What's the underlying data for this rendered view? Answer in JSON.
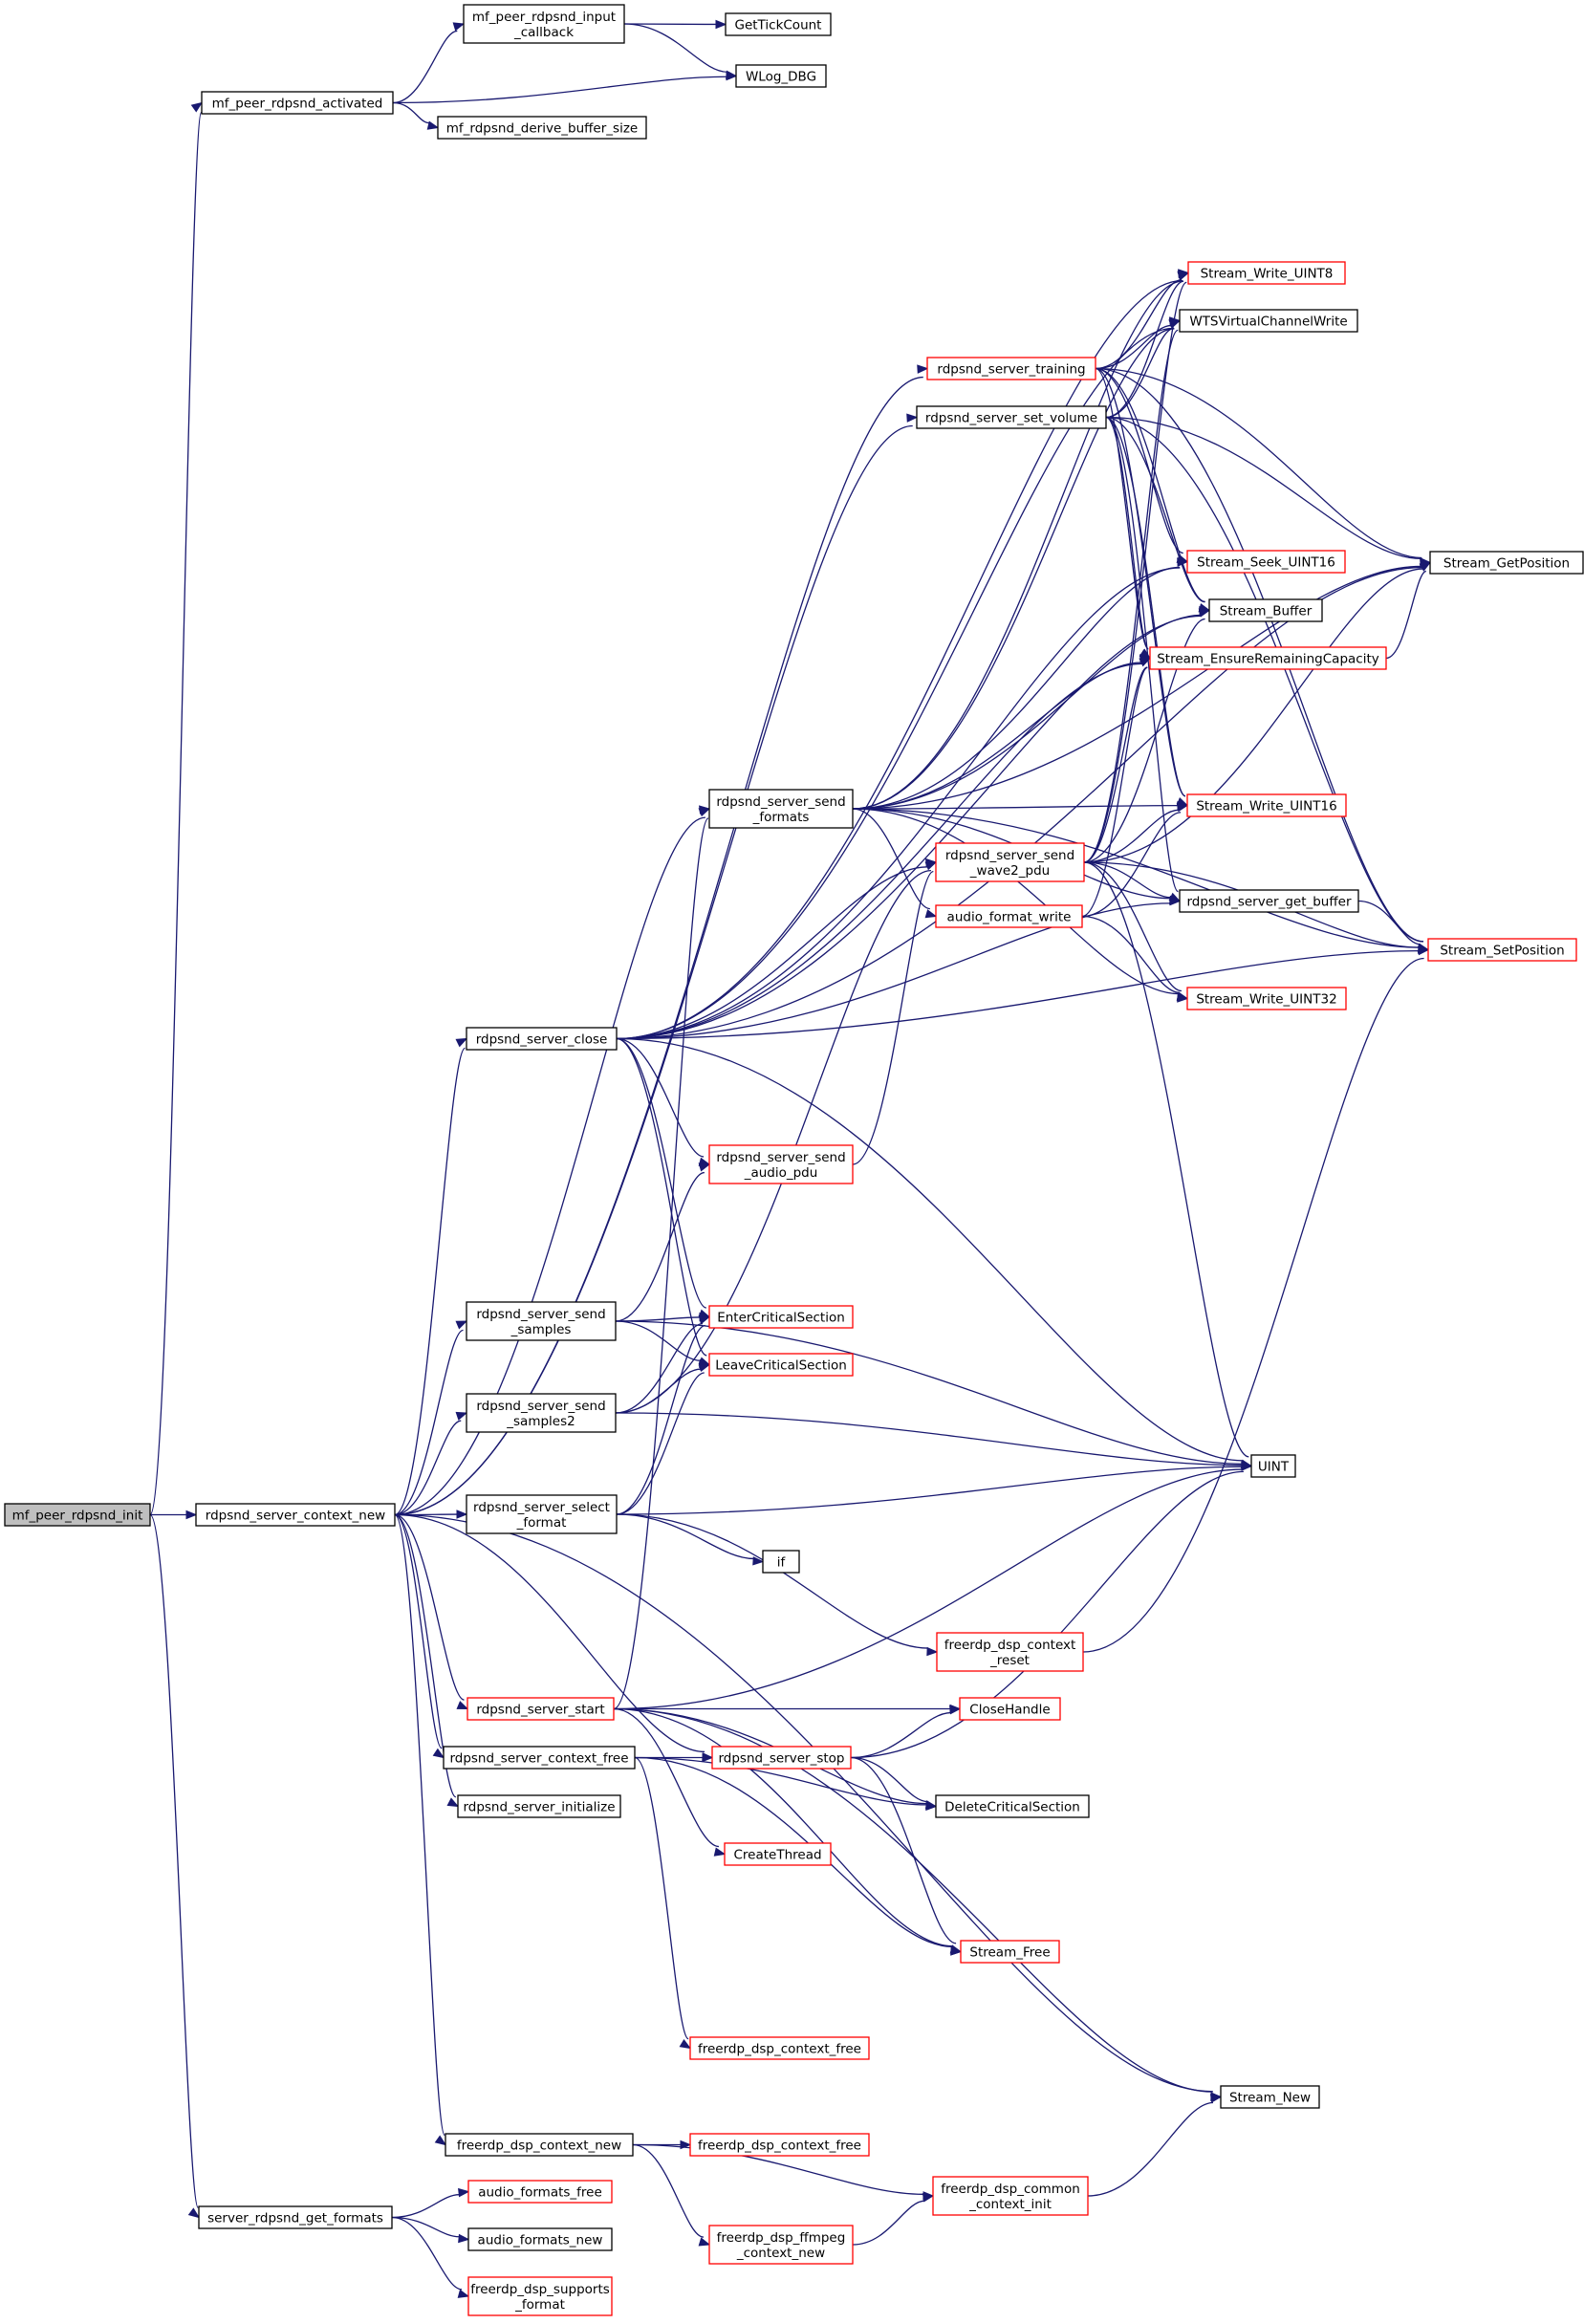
{
  "nodes": {
    "root": {
      "lines": [
        "mf_peer_rdpsnd_init"
      ],
      "style": "root"
    },
    "activated": {
      "lines": [
        "mf_peer_rdpsnd_activated"
      ],
      "style": "black"
    },
    "input_cb": {
      "lines": [
        "mf_peer_rdpsnd_input",
        "_callback"
      ],
      "style": "black"
    },
    "gettick": {
      "lines": [
        "GetTickCount"
      ],
      "style": "black"
    },
    "wlog": {
      "lines": [
        "WLog_DBG"
      ],
      "style": "black"
    },
    "derive": {
      "lines": [
        "mf_rdpsnd_derive_buffer_size"
      ],
      "style": "black"
    },
    "ctx_new": {
      "lines": [
        "rdpsnd_server_context_new"
      ],
      "style": "black"
    },
    "get_formats": {
      "lines": [
        "server_rdpsnd_get_formats"
      ],
      "style": "black"
    },
    "wr8": {
      "lines": [
        "Stream_Write_UINT8"
      ],
      "style": "red"
    },
    "wtsw": {
      "lines": [
        "WTSVirtualChannelWrite"
      ],
      "style": "black"
    },
    "training": {
      "lines": [
        "rdpsnd_server_training"
      ],
      "style": "red"
    },
    "set_volume": {
      "lines": [
        "rdpsnd_server_set_volume"
      ],
      "style": "black"
    },
    "getpos": {
      "lines": [
        "Stream_GetPosition"
      ],
      "style": "black"
    },
    "seek16": {
      "lines": [
        "Stream_Seek_UINT16"
      ],
      "style": "red"
    },
    "sbuffer": {
      "lines": [
        "Stream_Buffer"
      ],
      "style": "black"
    },
    "ensure": {
      "lines": [
        "Stream_EnsureRemainingCapacity"
      ],
      "style": "red"
    },
    "send_formats": {
      "lines": [
        "rdpsnd_server_send",
        "_formats"
      ],
      "style": "black"
    },
    "wr16": {
      "lines": [
        "Stream_Write_UINT16"
      ],
      "style": "red"
    },
    "wave2": {
      "lines": [
        "rdpsnd_server_send",
        "_wave2_pdu"
      ],
      "style": "red"
    },
    "get_buffer": {
      "lines": [
        "rdpsnd_server_get_buffer"
      ],
      "style": "black"
    },
    "setpos": {
      "lines": [
        "Stream_SetPosition"
      ],
      "style": "red"
    },
    "afw": {
      "lines": [
        "audio_format_write"
      ],
      "style": "red"
    },
    "wr32": {
      "lines": [
        "Stream_Write_UINT32"
      ],
      "style": "red"
    },
    "close": {
      "lines": [
        "rdpsnd_server_close"
      ],
      "style": "black"
    },
    "audio_pdu": {
      "lines": [
        "rdpsnd_server_send",
        "_audio_pdu"
      ],
      "style": "red"
    },
    "samples": {
      "lines": [
        "rdpsnd_server_send",
        "_samples"
      ],
      "style": "black"
    },
    "enter_cs": {
      "lines": [
        "EnterCriticalSection"
      ],
      "style": "red"
    },
    "leave_cs": {
      "lines": [
        "LeaveCriticalSection"
      ],
      "style": "red"
    },
    "samples2": {
      "lines": [
        "rdpsnd_server_send",
        "_samples2"
      ],
      "style": "black"
    },
    "uint": {
      "lines": [
        "UINT"
      ],
      "style": "black"
    },
    "select_fmt": {
      "lines": [
        "rdpsnd_server_select",
        "_format"
      ],
      "style": "black"
    },
    "if": {
      "lines": [
        "if"
      ],
      "style": "black"
    },
    "dsp_reset": {
      "lines": [
        "freerdp_dsp_context",
        "_reset"
      ],
      "style": "red"
    },
    "start": {
      "lines": [
        "rdpsnd_server_start"
      ],
      "style": "red"
    },
    "closehandle": {
      "lines": [
        "CloseHandle"
      ],
      "style": "red"
    },
    "ctx_free": {
      "lines": [
        "rdpsnd_server_context_free"
      ],
      "style": "black"
    },
    "stop": {
      "lines": [
        "rdpsnd_server_stop"
      ],
      "style": "red"
    },
    "delete_cs": {
      "lines": [
        "DeleteCriticalSection"
      ],
      "style": "black"
    },
    "initialize": {
      "lines": [
        "rdpsnd_server_initialize"
      ],
      "style": "black"
    },
    "createthread": {
      "lines": [
        "CreateThread"
      ],
      "style": "red"
    },
    "stream_free": {
      "lines": [
        "Stream_Free"
      ],
      "style": "red"
    },
    "dsp_free1": {
      "lines": [
        "freerdp_dsp_context_free"
      ],
      "style": "red"
    },
    "stream_new": {
      "lines": [
        "Stream_New"
      ],
      "style": "black"
    },
    "dsp_new": {
      "lines": [
        "freerdp_dsp_context_new"
      ],
      "style": "black"
    },
    "dsp_free2": {
      "lines": [
        "freerdp_dsp_context_free"
      ],
      "style": "red"
    },
    "dsp_common": {
      "lines": [
        "freerdp_dsp_common",
        "_context_init"
      ],
      "style": "red"
    },
    "ffmpeg": {
      "lines": [
        "freerdp_dsp_ffmpeg",
        "_context_new"
      ],
      "style": "red"
    },
    "afmt_free": {
      "lines": [
        "audio_formats_free"
      ],
      "style": "red"
    },
    "afmt_new": {
      "lines": [
        "audio_formats_new"
      ],
      "style": "black"
    },
    "supports": {
      "lines": [
        "freerdp_dsp_supports",
        "_format"
      ],
      "style": "red"
    }
  },
  "edges": [
    [
      "root",
      "activated"
    ],
    [
      "root",
      "ctx_new"
    ],
    [
      "root",
      "get_formats"
    ],
    [
      "activated",
      "input_cb"
    ],
    [
      "activated",
      "wlog"
    ],
    [
      "activated",
      "derive"
    ],
    [
      "input_cb",
      "gettick"
    ],
    [
      "input_cb",
      "wlog"
    ],
    [
      "ctx_new",
      "training"
    ],
    [
      "ctx_new",
      "set_volume"
    ],
    [
      "ctx_new",
      "send_formats"
    ],
    [
      "ctx_new",
      "close"
    ],
    [
      "ctx_new",
      "samples"
    ],
    [
      "ctx_new",
      "samples2"
    ],
    [
      "ctx_new",
      "select_fmt"
    ],
    [
      "ctx_new",
      "start"
    ],
    [
      "ctx_new",
      "stop"
    ],
    [
      "ctx_new",
      "ctx_free"
    ],
    [
      "ctx_new",
      "initialize"
    ],
    [
      "ctx_new",
      "stream_new"
    ],
    [
      "ctx_new",
      "dsp_new"
    ],
    [
      "training",
      "wr8"
    ],
    [
      "training",
      "wtsw"
    ],
    [
      "training",
      "getpos"
    ],
    [
      "training",
      "seek16"
    ],
    [
      "training",
      "sbuffer"
    ],
    [
      "training",
      "ensure"
    ],
    [
      "training",
      "wr16"
    ],
    [
      "training",
      "setpos"
    ],
    [
      "set_volume",
      "wr8"
    ],
    [
      "set_volume",
      "wtsw"
    ],
    [
      "set_volume",
      "getpos"
    ],
    [
      "set_volume",
      "sbuffer"
    ],
    [
      "set_volume",
      "ensure"
    ],
    [
      "set_volume",
      "wr16"
    ],
    [
      "set_volume",
      "get_buffer"
    ],
    [
      "set_volume",
      "setpos"
    ],
    [
      "send_formats",
      "wr8"
    ],
    [
      "send_formats",
      "wtsw"
    ],
    [
      "send_formats",
      "getpos"
    ],
    [
      "send_formats",
      "seek16"
    ],
    [
      "send_formats",
      "sbuffer"
    ],
    [
      "send_formats",
      "ensure"
    ],
    [
      "send_formats",
      "wr16"
    ],
    [
      "send_formats",
      "get_buffer"
    ],
    [
      "send_formats",
      "setpos"
    ],
    [
      "send_formats",
      "afw"
    ],
    [
      "send_formats",
      "wr32"
    ],
    [
      "wave2",
      "wr8"
    ],
    [
      "wave2",
      "wtsw"
    ],
    [
      "wave2",
      "sbuffer"
    ],
    [
      "wave2",
      "ensure"
    ],
    [
      "wave2",
      "getpos"
    ],
    [
      "wave2",
      "wr16"
    ],
    [
      "wave2",
      "get_buffer"
    ],
    [
      "wave2",
      "setpos"
    ],
    [
      "wave2",
      "wr32"
    ],
    [
      "wave2",
      "uint"
    ],
    [
      "afw",
      "ensure"
    ],
    [
      "afw",
      "wr16"
    ],
    [
      "afw",
      "wr32"
    ],
    [
      "get_buffer",
      "setpos"
    ],
    [
      "ensure",
      "getpos"
    ],
    [
      "close",
      "getpos"
    ],
    [
      "close",
      "wr8"
    ],
    [
      "close",
      "wtsw"
    ],
    [
      "close",
      "seek16"
    ],
    [
      "close",
      "sbuffer"
    ],
    [
      "close",
      "ensure"
    ],
    [
      "close",
      "wave2"
    ],
    [
      "close",
      "get_buffer"
    ],
    [
      "close",
      "setpos"
    ],
    [
      "close",
      "audio_pdu"
    ],
    [
      "close",
      "enter_cs"
    ],
    [
      "close",
      "leave_cs"
    ],
    [
      "close",
      "uint"
    ],
    [
      "audio_pdu",
      "wave2"
    ],
    [
      "samples",
      "audio_pdu"
    ],
    [
      "samples",
      "enter_cs"
    ],
    [
      "samples",
      "leave_cs"
    ],
    [
      "samples",
      "uint"
    ],
    [
      "samples2",
      "enter_cs"
    ],
    [
      "samples2",
      "leave_cs"
    ],
    [
      "samples2",
      "wave2"
    ],
    [
      "samples2",
      "uint"
    ],
    [
      "select_fmt",
      "uint"
    ],
    [
      "select_fmt",
      "if"
    ],
    [
      "select_fmt",
      "dsp_reset"
    ],
    [
      "select_fmt",
      "enter_cs"
    ],
    [
      "select_fmt",
      "leave_cs"
    ],
    [
      "dsp_reset",
      "setpos"
    ],
    [
      "start",
      "send_formats"
    ],
    [
      "start",
      "uint"
    ],
    [
      "start",
      "closehandle"
    ],
    [
      "start",
      "createthread"
    ],
    [
      "start",
      "delete_cs"
    ],
    [
      "start",
      "stream_free"
    ],
    [
      "start",
      "stream_new"
    ],
    [
      "ctx_free",
      "stop"
    ],
    [
      "ctx_free",
      "stream_free"
    ],
    [
      "ctx_free",
      "dsp_free1"
    ],
    [
      "ctx_free",
      "delete_cs"
    ],
    [
      "stop",
      "closehandle"
    ],
    [
      "stop",
      "delete_cs"
    ],
    [
      "stop",
      "stream_free"
    ],
    [
      "stop",
      "uint"
    ],
    [
      "dsp_new",
      "dsp_free2"
    ],
    [
      "dsp_new",
      "dsp_common"
    ],
    [
      "dsp_new",
      "ffmpeg"
    ],
    [
      "ffmpeg",
      "dsp_common"
    ],
    [
      "dsp_common",
      "stream_new"
    ],
    [
      "get_formats",
      "afmt_free"
    ],
    [
      "get_formats",
      "afmt_new"
    ],
    [
      "get_formats",
      "supports"
    ]
  ]
}
